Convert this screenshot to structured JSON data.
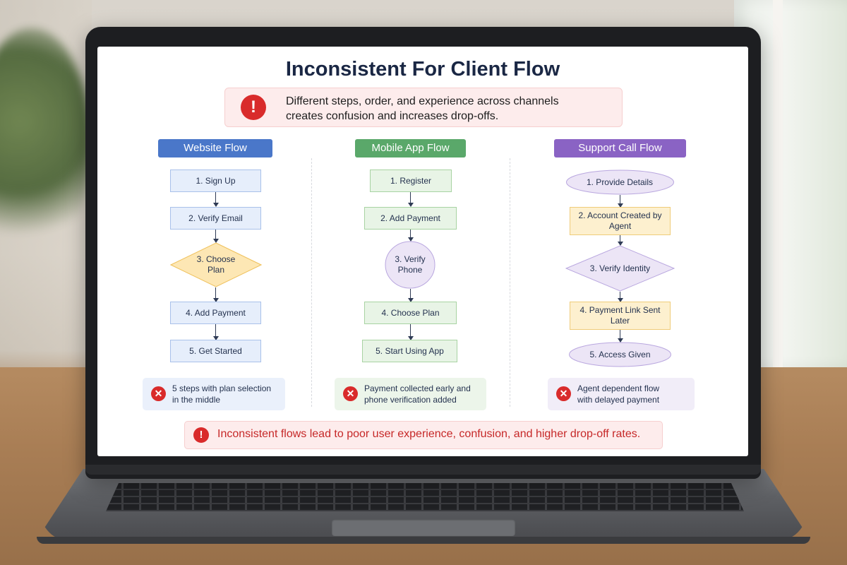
{
  "slide": {
    "title": "Inconsistent For Client Flow",
    "top_alert": {
      "icon": "exclamation-circle-icon",
      "line1": "Different steps, order, and experience across channels",
      "line2": "creates confusion and increases drop-offs."
    },
    "bottom_alert": {
      "icon": "exclamation-circle-icon",
      "text": "Inconsistent flows lead to poor user experience, confusion, and higher drop-off rates."
    },
    "colors": {
      "website": "#4a77c9",
      "mobile": "#5aa86a",
      "support": "#8a63c4",
      "alert_red": "#d92b2b"
    },
    "columns": [
      {
        "header": "Website Flow",
        "steps": [
          {
            "label": "1. Sign Up",
            "shape": "rect"
          },
          {
            "label": "2. Verify Email",
            "shape": "rect"
          },
          {
            "label": "3. Choose Plan",
            "shape": "diamond"
          },
          {
            "label": "4. Add Payment",
            "shape": "rect"
          },
          {
            "label": "5. Get Started",
            "shape": "rect"
          }
        ],
        "note": {
          "icon": "x-circle-icon",
          "line1": "5 steps with plan selection",
          "line2": "in the middle"
        }
      },
      {
        "header": "Mobile App Flow",
        "steps": [
          {
            "label": "1. Register",
            "shape": "rect"
          },
          {
            "label": "2. Add Payment",
            "shape": "rect"
          },
          {
            "label": "3. Verify Phone",
            "shape": "circle"
          },
          {
            "label": "4. Choose Plan",
            "shape": "rect"
          },
          {
            "label": "5. Start Using App",
            "shape": "rect"
          }
        ],
        "note": {
          "icon": "x-circle-icon",
          "line1": "Payment collected early and",
          "line2": "phone verification added"
        }
      },
      {
        "header": "Support Call Flow",
        "steps": [
          {
            "label": "1. Provide Details",
            "shape": "ellipse"
          },
          {
            "label": "2. Account Created by Agent",
            "shape": "rect"
          },
          {
            "label": "3. Verify Identity",
            "shape": "diamond"
          },
          {
            "label": "4. Payment Link Sent Later",
            "shape": "rect"
          },
          {
            "label": "5. Access Given",
            "shape": "ellipse"
          }
        ],
        "note": {
          "icon": "x-circle-icon",
          "line1": "Agent dependent flow",
          "line2": "with delayed payment"
        }
      }
    ]
  }
}
